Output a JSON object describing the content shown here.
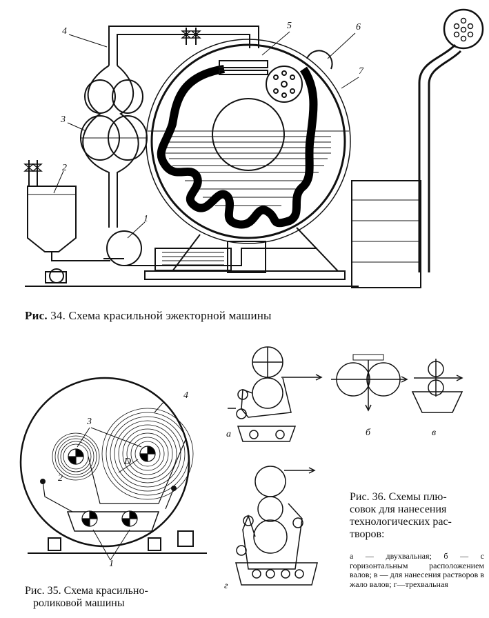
{
  "figure34": {
    "caption_lead": "Рис.",
    "caption_rest": "34. Схема красильной эжекторной машины",
    "labels": [
      "4",
      "5",
      "6",
      "7",
      "3",
      "2",
      "1"
    ]
  },
  "figure35": {
    "caption_line1": "Рис. 35. Схема красильно-",
    "caption_line2": "роликовой машины",
    "labels": [
      "4",
      "3",
      "D",
      "2",
      "1"
    ]
  },
  "figure36": {
    "caption_line1": "Рис. 36. Схемы плю-",
    "caption_line2": "совок для нанесения",
    "caption_line3": "технологических рас-",
    "caption_line4": "творов:",
    "legend": "а — двухвальная; б — с горизонтальным расположением валов; в — для нанесения растворов в жало валов; г—трехвальная",
    "labels": [
      "а",
      "б",
      "в",
      "г"
    ]
  }
}
